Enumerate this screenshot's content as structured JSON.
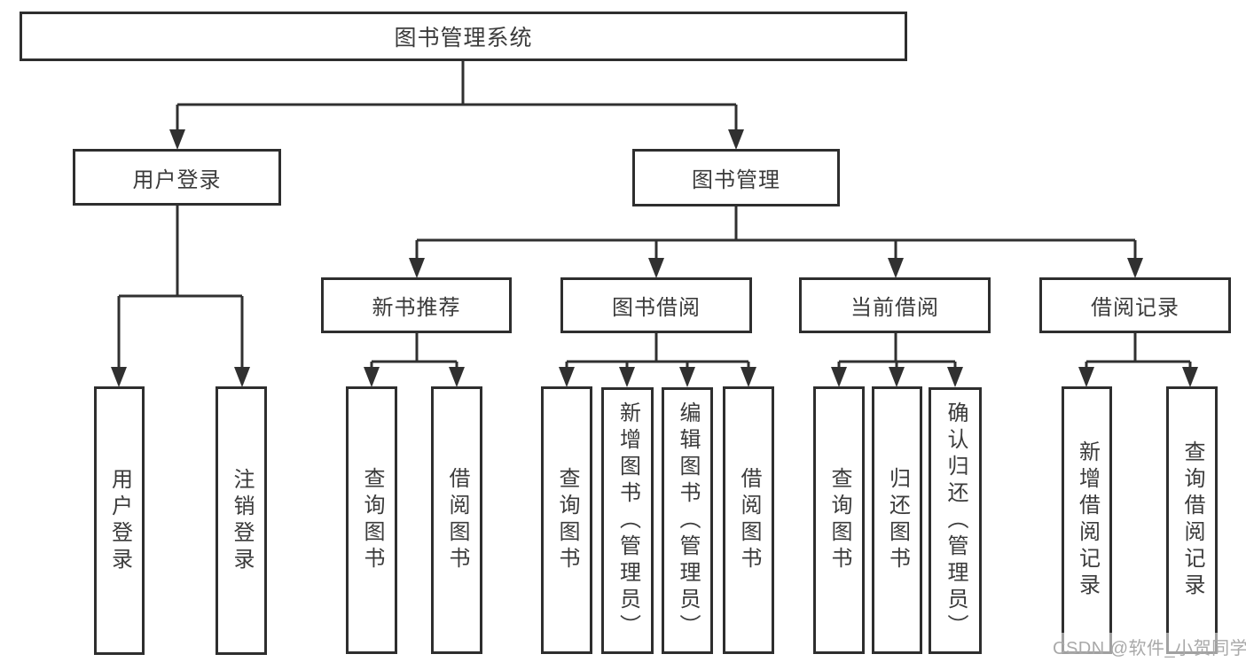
{
  "title": "图书管理系统",
  "colors": {
    "line": "#303030",
    "box_border": "#2e2e2e",
    "text": "#3b3b3b",
    "background": "#ffffff",
    "watermark": "#a9a9a9"
  },
  "nodes": {
    "root": "图书管理系统",
    "branches": [
      "用户登录",
      "图书管理"
    ],
    "modules": [
      "新书推荐",
      "图书借阅",
      "当前借阅",
      "借阅记录"
    ],
    "user_children": [
      "用户登录",
      "注销登录"
    ],
    "recommend_children": [
      "查询图书",
      "借阅图书"
    ],
    "borrow_children": [
      "查询图书",
      "新增图书（管理员）",
      "编辑图书（管理员）",
      "借阅图书"
    ],
    "current_children": [
      "查询图书",
      "归还图书",
      "确认归还（管理员）"
    ],
    "record_children": [
      "新增借阅记录",
      "查询借阅记录"
    ]
  },
  "watermark": "CSDN @软件_小贺同学"
}
